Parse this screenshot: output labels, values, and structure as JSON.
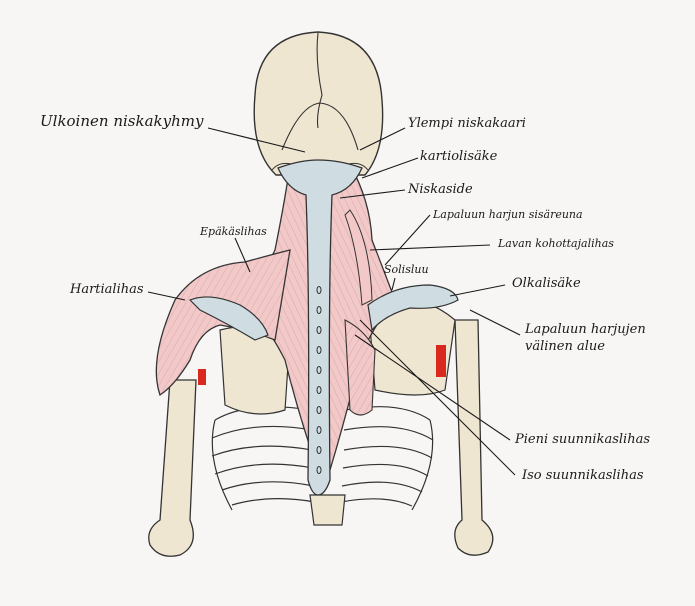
{
  "diagram": {
    "labels": {
      "ulkoinen_niskakyhmy": "Ulkoinen niskakyhmy",
      "ylempi_niskakaari": "Ylempi niskakaari",
      "kartiolisake": "kartiolisäke",
      "niskaside": "Niskaside",
      "lapaluun_harjun_sisareuna": "Lapaluun harjun sisäreuna",
      "epakaslihas": "Epäkäslihas",
      "lavan_kohottajalihas": "Lavan kohottajalihas",
      "solisluu": "Solisluu",
      "hartialihas": "Hartialihas",
      "olkalisake": "Olkalisäke",
      "lapaluun_harjujen_valinen_alue_1": "Lapaluun harjujen",
      "lapaluun_harjujen_valinen_alue_2": "välinen alue",
      "pieni_suunnikaslihas": "Pieni suunnikaslihas",
      "iso_suunnikaslihas": "Iso suunnikaslihas"
    },
    "colors": {
      "bone": "#efe6d2",
      "muscle": "#f2c9c8",
      "tendon": "#cfdde2",
      "accent_red": "#d9281e",
      "ink": "#1a1a1a"
    }
  }
}
